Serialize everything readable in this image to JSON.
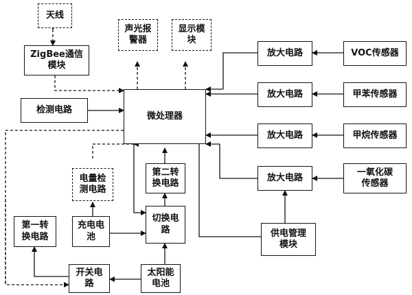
{
  "blocks": {
    "antenna": "天线",
    "zigbee": "ZigBee通信\n模块",
    "buzzer": "声光报\n警器",
    "display": "显示模\n块",
    "detect": "检测电路",
    "mcu": "微处理器",
    "power_detect": "电量检\n测电路",
    "second_conv": "第二转\n换电路",
    "first_conv": "第一转\n换电路",
    "charge": "充电电\n池",
    "switch_circuit": "切换电\n路",
    "power_mgmt": "供电管理\n模块",
    "switch": "开关电\n路",
    "solar": "太阳能\n电池",
    "amp1": "放大电路",
    "amp2": "放大电路",
    "amp3": "放大电路",
    "amp4": "放大电路",
    "voc": "VOC传感器",
    "toluene": "甲苯传感器",
    "methane": "甲烷传感器",
    "co": "一氧化碳\n传感器"
  }
}
